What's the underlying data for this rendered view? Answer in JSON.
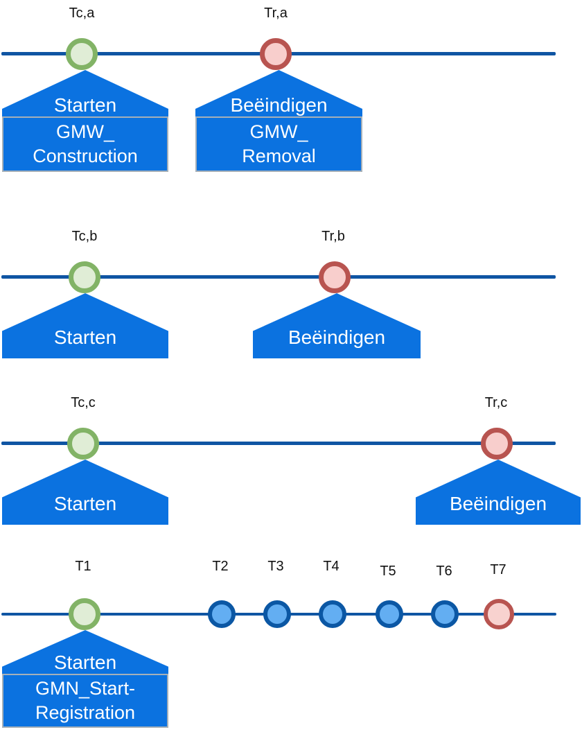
{
  "diagram": {
    "background": "#ffffff",
    "colors": {
      "timeline_line": "#0f55a3",
      "callout_blue": "#0b72e0",
      "callout_text": "#ffffff",
      "box_border": "#a6b0b8",
      "start_marker_stroke": "#82b366",
      "start_marker_fill": "#e0edd6",
      "end_marker_stroke": "#b85450",
      "end_marker_fill": "#f8cecc",
      "mid_marker_stroke": "#0b57a4",
      "mid_marker_fill": "#63aef2",
      "label_text": "#111111"
    },
    "timelines": [
      {
        "markers": [
          {
            "label": "Tc,a",
            "kind": "start",
            "callout": "Starten",
            "box_line1": "GMW_",
            "box_line2": "Construction"
          },
          {
            "label": "Tr,a",
            "kind": "end",
            "callout": "Beëindigen",
            "box_line1": "GMW_",
            "box_line2": "Removal"
          }
        ]
      },
      {
        "markers": [
          {
            "label": "Tc,b",
            "kind": "start",
            "callout": "Starten"
          },
          {
            "label": "Tr,b",
            "kind": "end",
            "callout": "Beëindigen"
          }
        ]
      },
      {
        "markers": [
          {
            "label": "Tc,c",
            "kind": "start",
            "callout": "Starten"
          },
          {
            "label": "Tr,c",
            "kind": "end",
            "callout": "Beëindigen"
          }
        ]
      },
      {
        "markers": [
          {
            "label": "T1",
            "kind": "start",
            "callout": "Starten",
            "box_line1": "GMN_Start-",
            "box_line2": "Registration"
          },
          {
            "label": "T2",
            "kind": "intermediate"
          },
          {
            "label": "T3",
            "kind": "intermediate"
          },
          {
            "label": "T4",
            "kind": "intermediate"
          },
          {
            "label": "T5",
            "kind": "intermediate"
          },
          {
            "label": "T6",
            "kind": "intermediate"
          },
          {
            "label": "T7",
            "kind": "end"
          }
        ]
      }
    ]
  }
}
